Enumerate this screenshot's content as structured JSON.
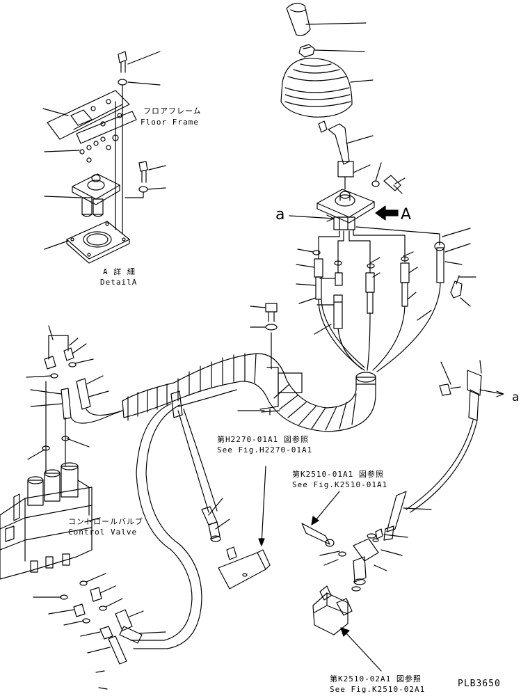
{
  "labels": {
    "floor_frame_jp": "フロアフレーム",
    "floor_frame_en": "Floor Frame",
    "detail_jp": "A 詳 細",
    "detail_en": "DetailA",
    "control_valve_jp": "コントロールバルブ",
    "control_valve_en": "Control Valve",
    "ref1_jp": "第H2270-01A1 図参照",
    "ref1_en": "See Fig.H2270-01A1",
    "ref2_jp": "第K2510-01A1 図参照",
    "ref2_en": "See Fig.K2510-01A1",
    "ref3_jp": "第K2510-02A1 図参照",
    "ref3_en": "See Fig.K2510-02A1",
    "view_a_letter": "A",
    "callout_a_left": "a",
    "callout_a_right": "a",
    "drawing_number": "PLB3650"
  }
}
